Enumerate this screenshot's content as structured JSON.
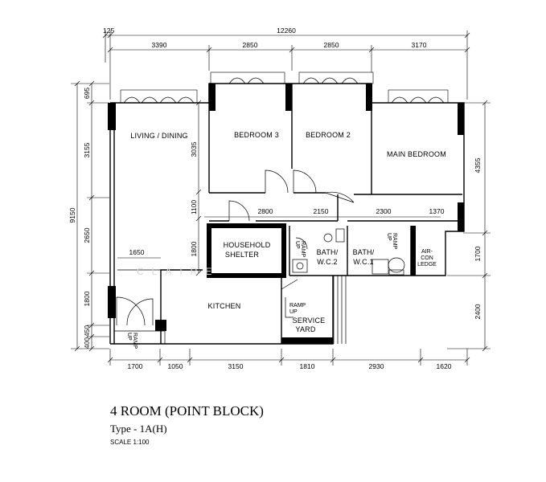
{
  "plan": {
    "title": "4 ROOM (POINT BLOCK)",
    "type_label": "Type - 1A(H)",
    "scale_label": "SCALE 1:100",
    "watermark": "CLAIRE"
  },
  "dimensions": {
    "top_overall": "12260",
    "top_offset": "125",
    "top_segments": [
      "3390",
      "2850",
      "2850",
      "3170"
    ],
    "left_overall": "9150",
    "left_segments": [
      "695",
      "3155",
      "2650",
      "1800",
      "450",
      "400"
    ],
    "inner_left_segments": [
      "3035",
      "1100",
      "1800"
    ],
    "right_segments": [
      "4355",
      "1700",
      "2400"
    ],
    "bottom_segments": [
      "1700",
      "1050",
      "3150",
      "1810",
      "2930",
      "1620"
    ],
    "mid_row": [
      "2800",
      "2150",
      "2300",
      "1370"
    ],
    "kitchen_width": "1650"
  },
  "rooms": {
    "living": "LIVING / DINING",
    "bedroom3": "BEDROOM 3",
    "bedroom2": "BEDROOM 2",
    "main_bedroom": "MAIN BEDROOM",
    "shelter_l1": "HOUSEHOLD",
    "shelter_l2": "SHELTER",
    "bath2_l1": "BATH/",
    "bath2_l2": "W.C.2",
    "bath1_l1": "BATH/",
    "bath1_l2": "W.C.1",
    "aircon_l1": "AIR-",
    "aircon_l2": "CON",
    "aircon_l3": "LEDGE",
    "kitchen": "KITCHEN",
    "service_l1": "SERVICE",
    "service_l2": "YARD",
    "ramp_l1": "RAMP",
    "ramp_l2": "UP"
  }
}
